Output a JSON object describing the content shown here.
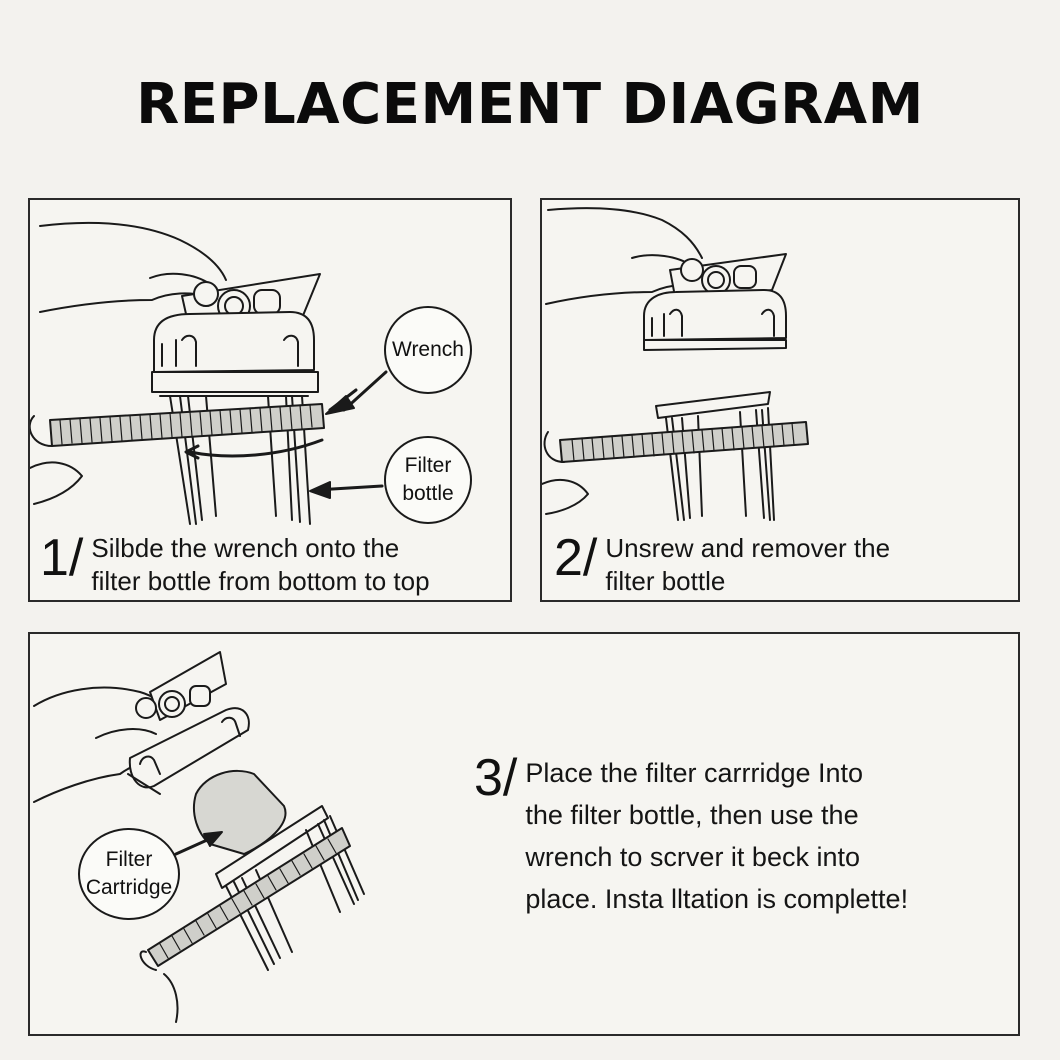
{
  "title": "REPLACEMENT DIAGRAM",
  "panels": [
    {
      "step_number": "1/",
      "text_lines": [
        "Silbde the wrench onto the",
        "filter bottle from bottom to top"
      ],
      "callouts": [
        {
          "lines": [
            "Wrench"
          ]
        },
        {
          "lines": [
            "Filter",
            "bottle"
          ]
        }
      ]
    },
    {
      "step_number": "2/",
      "text_lines": [
        "Unsrew and remover the",
        "filter bottle"
      ]
    },
    {
      "step_number": "3/",
      "text_lines": [
        "Place the filter carrridge Into",
        "the filter bottle, then use the",
        "wrench to scrver it beck into",
        "place. Insta lltation is complette!"
      ],
      "callouts": [
        {
          "lines": [
            "Filter",
            "Cartridge"
          ]
        }
      ]
    }
  ],
  "colors": {
    "background": "#f3f2ee",
    "ink": "#111111",
    "panel_border": "#2a2a2a"
  }
}
